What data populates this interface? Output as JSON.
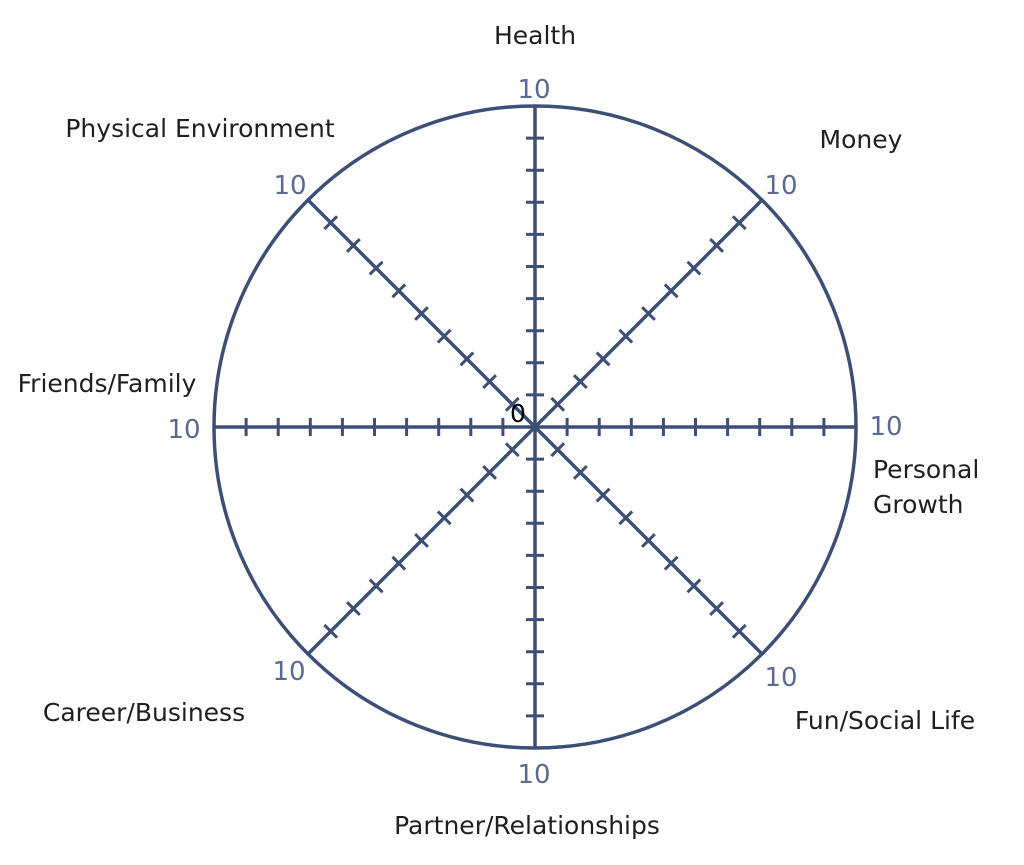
{
  "wheel": {
    "scale_min": "0",
    "scale_max": "10",
    "tick_count": 10,
    "line_color": "#3d4f76",
    "number_color": "#5a6a90",
    "categories": [
      {
        "lines": [
          "Health"
        ]
      },
      {
        "lines": [
          "Money"
        ]
      },
      {
        "lines": [
          "Personal",
          "Growth"
        ]
      },
      {
        "lines": [
          "Fun/Social Life"
        ]
      },
      {
        "lines": [
          "Partner/Relationships"
        ]
      },
      {
        "lines": [
          "Career/Business"
        ]
      },
      {
        "lines": [
          "Friends/Family"
        ]
      },
      {
        "lines": [
          "Physical Environment"
        ]
      }
    ]
  }
}
